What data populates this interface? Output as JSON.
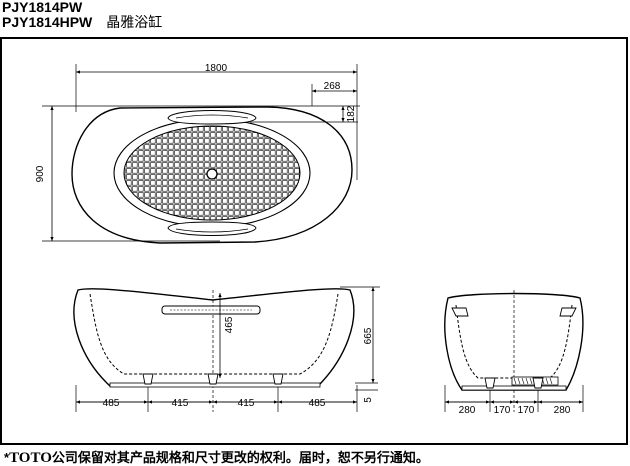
{
  "header": {
    "model_1": "PJY1814PW",
    "model_2": "PJY1814HPW",
    "product_name": "晶雅浴缸"
  },
  "top_view": {
    "length": "1800",
    "handle_offset": "268",
    "handle_depth": "182",
    "width": "900"
  },
  "side_view": {
    "height": "665",
    "drain_height": "465",
    "segments": [
      "485",
      "415",
      "415",
      "485"
    ]
  },
  "end_view": {
    "height": "5",
    "segments": [
      "280",
      "170",
      "170",
      "280"
    ]
  },
  "footer": {
    "star": "*",
    "brand": "TOTO",
    "notice": "公司保留对其产品规格和尺寸更改的权利。届时，恕不另行通知。"
  }
}
